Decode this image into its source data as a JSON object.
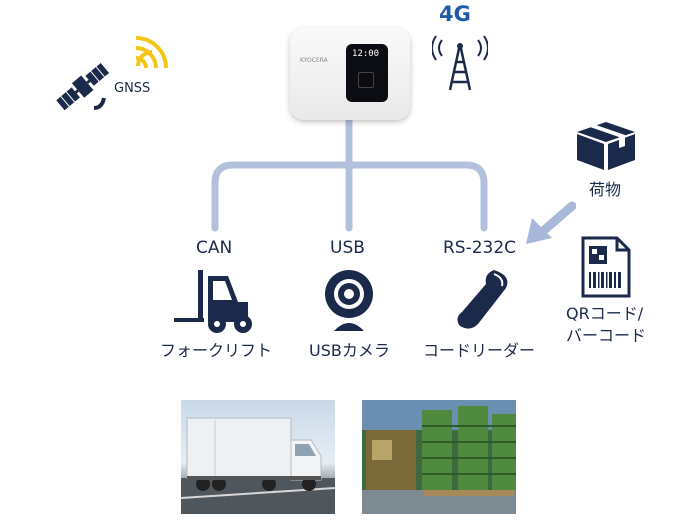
{
  "network": {
    "label": "4G"
  },
  "gnss": {
    "label": "GNSS"
  },
  "device": {
    "brand": "KYOCERA",
    "time": "12:00"
  },
  "connections": {
    "can": "CAN",
    "usb": "USB",
    "rs232c": "RS-232C"
  },
  "devices": {
    "forklift": "フォークリフト",
    "usb_camera": "USBカメラ",
    "code_reader": "コードリーダー"
  },
  "cargo": {
    "label": "荷物"
  },
  "qr": {
    "line1": "QRコード/",
    "line2": "バーコード"
  },
  "colors": {
    "navy": "#1b2a4a",
    "connector": "#b3c0dc",
    "arrow": "#a9b8da",
    "signal": "#f5c518",
    "network_text": "#1e5aa8"
  },
  "photos": {
    "left": "truck-photo",
    "right": "warehouse-photo"
  }
}
